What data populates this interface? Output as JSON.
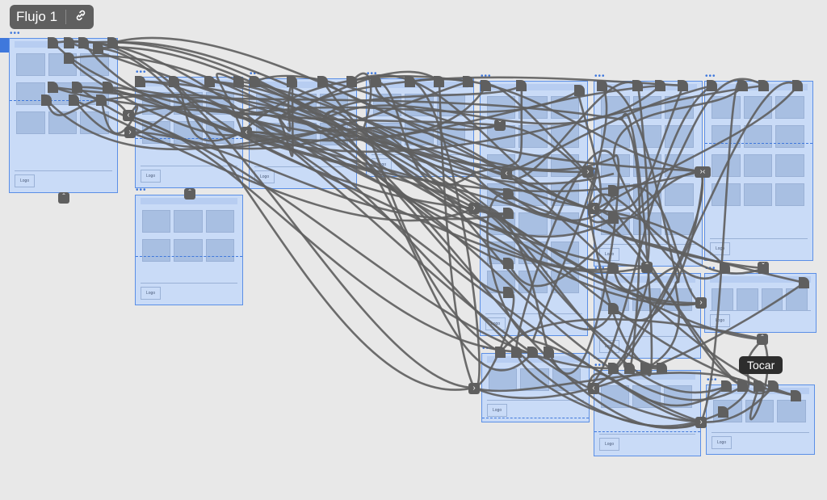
{
  "flow": {
    "name": "Flujo 1",
    "link_icon": "link-icon"
  },
  "tooltip": "Tocar",
  "artboard_logo_label": "Logo",
  "colors": {
    "canvas": "#e8e8e8",
    "artboard": "#c9dbf7",
    "artboard_border": "#5b8fe6",
    "wire": "#5f5f5f",
    "tooltip": "#2d2d2d"
  }
}
